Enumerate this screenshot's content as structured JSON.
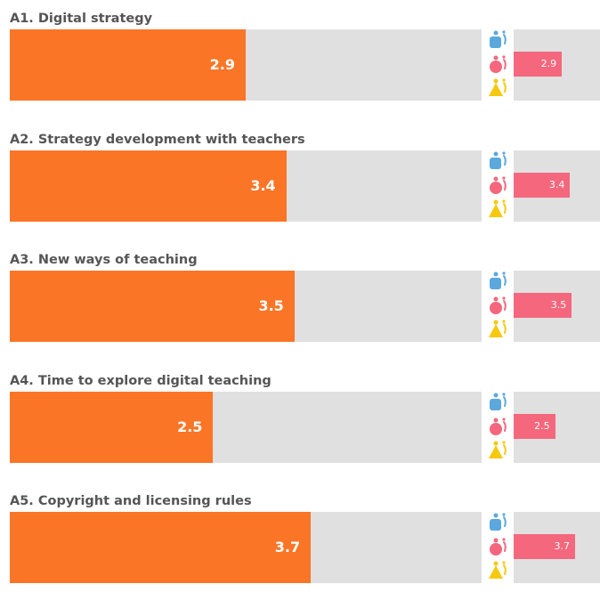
{
  "chart_data": {
    "type": "bar",
    "orientation": "horizontal",
    "categories": [
      "A1. Digital strategy",
      "A2. Strategy development with teachers",
      "A3. New ways of teaching",
      "A4. Time to explore digital teaching",
      "A5. Copyright and licensing rules"
    ],
    "values": [
      2.9,
      3.4,
      3.5,
      2.5,
      3.7
    ],
    "sub_values": [
      2.9,
      3.4,
      3.5,
      2.5,
      3.7
    ],
    "value_labels": [
      "2.9",
      "3.4",
      "3.5",
      "2.5",
      "3.7"
    ],
    "xlim": [
      0,
      5.8
    ],
    "sub_xlim": [
      0,
      5.2
    ],
    "grid": false,
    "legend": "none",
    "colors": {
      "main": "#fb7527",
      "track": "#e0e0e0",
      "sub": "#f4677d"
    }
  },
  "icons": {
    "top": {
      "name": "blue-person-icon",
      "color": "#5aa8dd"
    },
    "middle": {
      "name": "pink-person-icon",
      "color": "#f4677d"
    },
    "bottom": {
      "name": "yellow-person-icon",
      "color": "#f6c90e"
    }
  }
}
